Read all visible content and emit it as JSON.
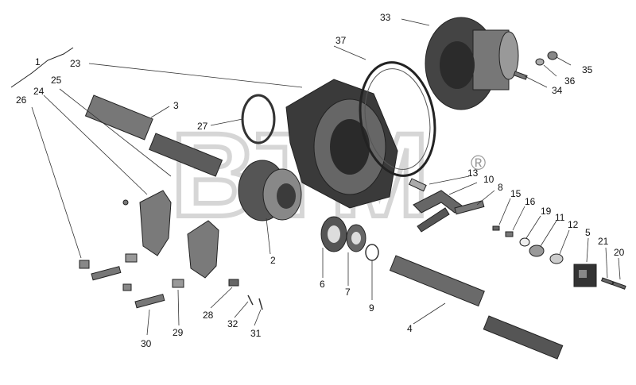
{
  "diagram": {
    "callouts": [
      "1",
      "2",
      "3",
      "4",
      "5",
      "6",
      "7",
      "8",
      "9",
      "10",
      "11",
      "12",
      "13",
      "15",
      "16",
      "19",
      "20",
      "21",
      "23",
      "24",
      "25",
      "26",
      "27",
      "28",
      "29",
      "30",
      "31",
      "32",
      "33",
      "34",
      "35",
      "36",
      "37"
    ],
    "watermark": {
      "text": "BTM",
      "mark": "®"
    }
  }
}
